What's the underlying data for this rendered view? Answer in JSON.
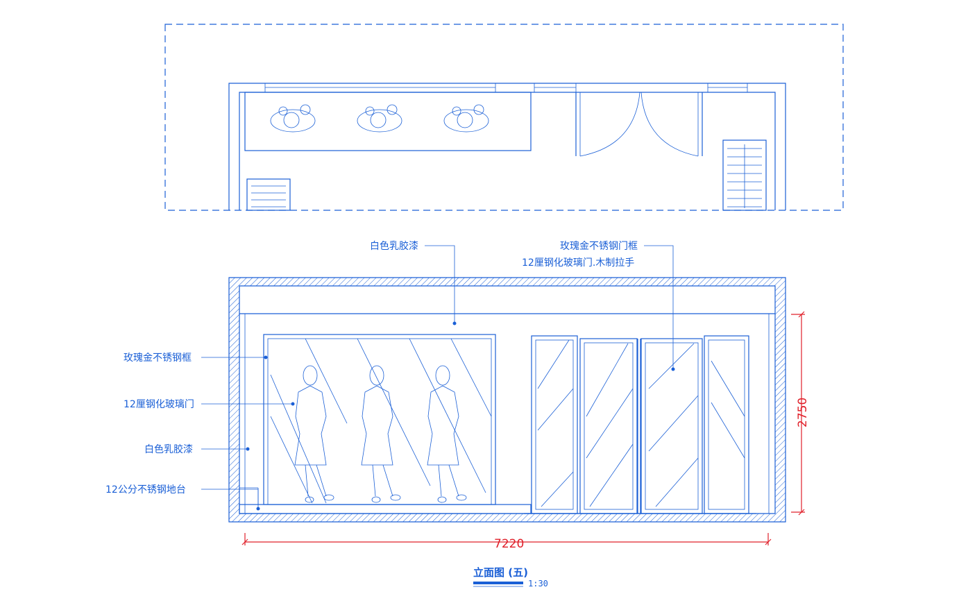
{
  "plan": {
    "name": "top-plan-view"
  },
  "elevation": {
    "labels": {
      "top_paint": "白色乳胶漆",
      "door_frame_1": "玫瑰金不锈钢门框",
      "door_frame_2": "12厘钢化玻璃门.木制拉手",
      "left_frame": "玫瑰金不锈钢框",
      "left_glass": "12厘钢化玻璃门",
      "left_paint": "白色乳胶漆",
      "left_base": "12公分不锈钢地台"
    },
    "dimensions": {
      "width": "7220",
      "height": "2750"
    }
  },
  "caption": {
    "title": "立面图 (五)",
    "scale": "1:30"
  },
  "colors": {
    "line": "#1a5fd6",
    "dimension": "#e0202a"
  }
}
